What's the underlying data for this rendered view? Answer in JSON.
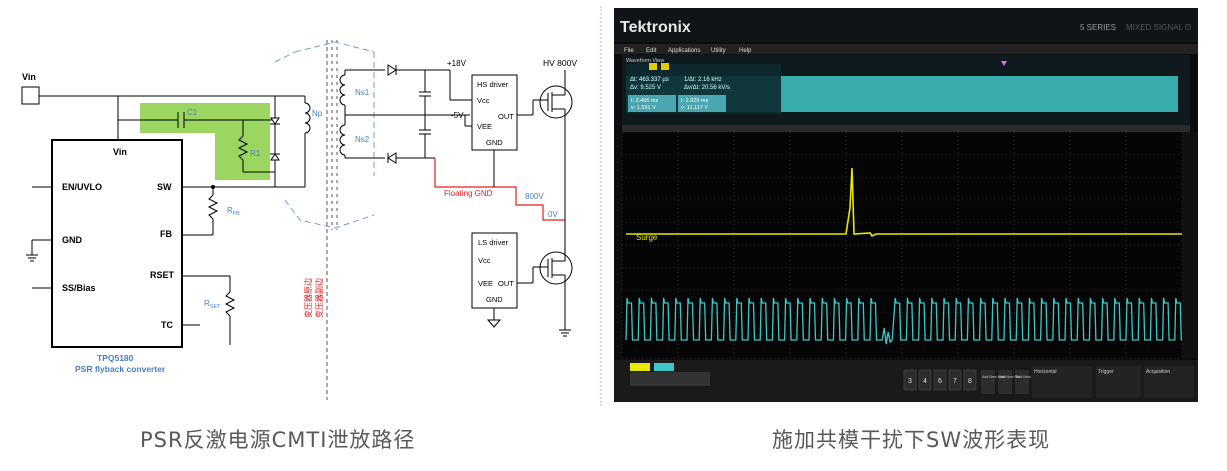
{
  "schematic": {
    "vin_label": "Vin",
    "ic": {
      "vin": "Vin",
      "pins_left": [
        "EN/UVLO",
        "GND",
        "SS/Bias"
      ],
      "pins_right": [
        "SW",
        "FB",
        "RSET",
        "TC"
      ],
      "name": "TPQ5180",
      "subtitle": "PSR flyback converter"
    },
    "c1": "C1",
    "r1": "R1",
    "rfb": "R",
    "rfb_sub": "FB",
    "rset": "R",
    "rset_sub": "SET",
    "np": "Np",
    "ns1": "Ns1",
    "ns2": "Ns2",
    "v_pos18": "+18V",
    "v_neg5": "-5V",
    "hs_driver": {
      "title": "HS driver",
      "vcc": "Vcc",
      "vee": "VEE",
      "out": "OUT",
      "gnd": "GND"
    },
    "ls_driver": {
      "title": "LS driver",
      "vcc": "Vcc",
      "vee": "VEE",
      "out": "OUT",
      "gnd": "GND"
    },
    "hv": "HV 800V",
    "floating_gnd": "Floating GND",
    "v800": "800V",
    "v0": "0V",
    "primary_side": "变压器原边",
    "secondary_side": "变压器副边",
    "colors": {
      "green": "#8fd14f",
      "blue": "#4a7fc1",
      "red": "#e02020",
      "dashblue": "#6a9fd8"
    }
  },
  "scope": {
    "brand": "Tektronix",
    "series": "5 SERIES",
    "series_sub": "MIXED SIGNAL O",
    "menu": [
      "File",
      "Edit",
      "Applications",
      "Utility",
      "Help"
    ],
    "waveform_view": "Waveform View",
    "readout1": [
      "Δt: 463.337 µs",
      "1/Δt: 2.16 kHz",
      "Δv: 9.525 V",
      "Δv/Δt: 20.56 kV/s"
    ],
    "readout2": [
      "t: 2.466 ms",
      "v: 1.591 V"
    ],
    "readout3": [
      "t: 2.929 ms",
      "v: 11.117 V"
    ],
    "surge_label": "Surge",
    "right_buttons": [
      "3",
      "4",
      "6",
      "7",
      "8"
    ],
    "add_buttons": [
      "Add New Math",
      "Add New Ref",
      "Add New Bus"
    ],
    "panels": [
      "Horizontal",
      "Trigger",
      "Acquisition"
    ],
    "colors": {
      "cyan": "#3ec7c7",
      "yellow": "#e8e800"
    }
  },
  "captions": {
    "left": "PSR反激电源CMTI泄放路径",
    "right": "施加共模干扰下SW波形表现"
  }
}
